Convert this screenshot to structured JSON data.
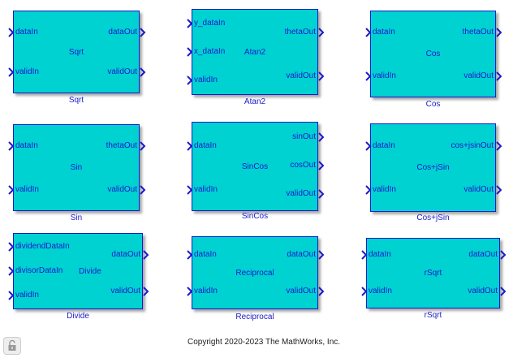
{
  "blocks": [
    {
      "name": "Sqrt",
      "inputs": [
        "dataIn",
        "validIn"
      ],
      "outputs": [
        "dataOut",
        "validOut"
      ],
      "caption": "Sqrt"
    },
    {
      "name": "Atan2",
      "inputs": [
        "y_dataIn",
        "x_dataIn",
        "validIn"
      ],
      "outputs": [
        "thetaOut",
        "validOut"
      ],
      "caption": "Atan2"
    },
    {
      "name": "Cos",
      "inputs": [
        "dataIn",
        "validIn"
      ],
      "outputs": [
        "thetaOut",
        "validOut"
      ],
      "caption": "Cos"
    },
    {
      "name": "Sin",
      "inputs": [
        "dataIn",
        "validIn"
      ],
      "outputs": [
        "thetaOut",
        "validOut"
      ],
      "caption": "Sin"
    },
    {
      "name": "SinCos",
      "inputs": [
        "dataIn",
        "validIn"
      ],
      "outputs": [
        "sinOut",
        "cosOut",
        "validOut"
      ],
      "caption": "SinCos"
    },
    {
      "name": "Cos+jSin",
      "inputs": [
        "dataIn",
        "validIn"
      ],
      "outputs": [
        "cos+jsinOut",
        "validOut"
      ],
      "caption": "Cos+jSin"
    },
    {
      "name": "Divide",
      "inputs": [
        "dividendDataIn",
        "divisorDataIn",
        "validIn"
      ],
      "outputs": [
        "dataOut",
        "validOut"
      ],
      "caption": "Divide"
    },
    {
      "name": "Reciprocal",
      "inputs": [
        "dataIn",
        "validIn"
      ],
      "outputs": [
        "dataOut",
        "validOut"
      ],
      "caption": "Reciprocal"
    },
    {
      "name": "rSqrt",
      "inputs": [
        "dataIn",
        "validIn"
      ],
      "outputs": [
        "dataOut",
        "validOut"
      ],
      "caption": "rSqrt"
    }
  ],
  "copyright": "Copyright 2020-2023 The MathWorks, Inc.",
  "lock_icon": "lock-icon"
}
